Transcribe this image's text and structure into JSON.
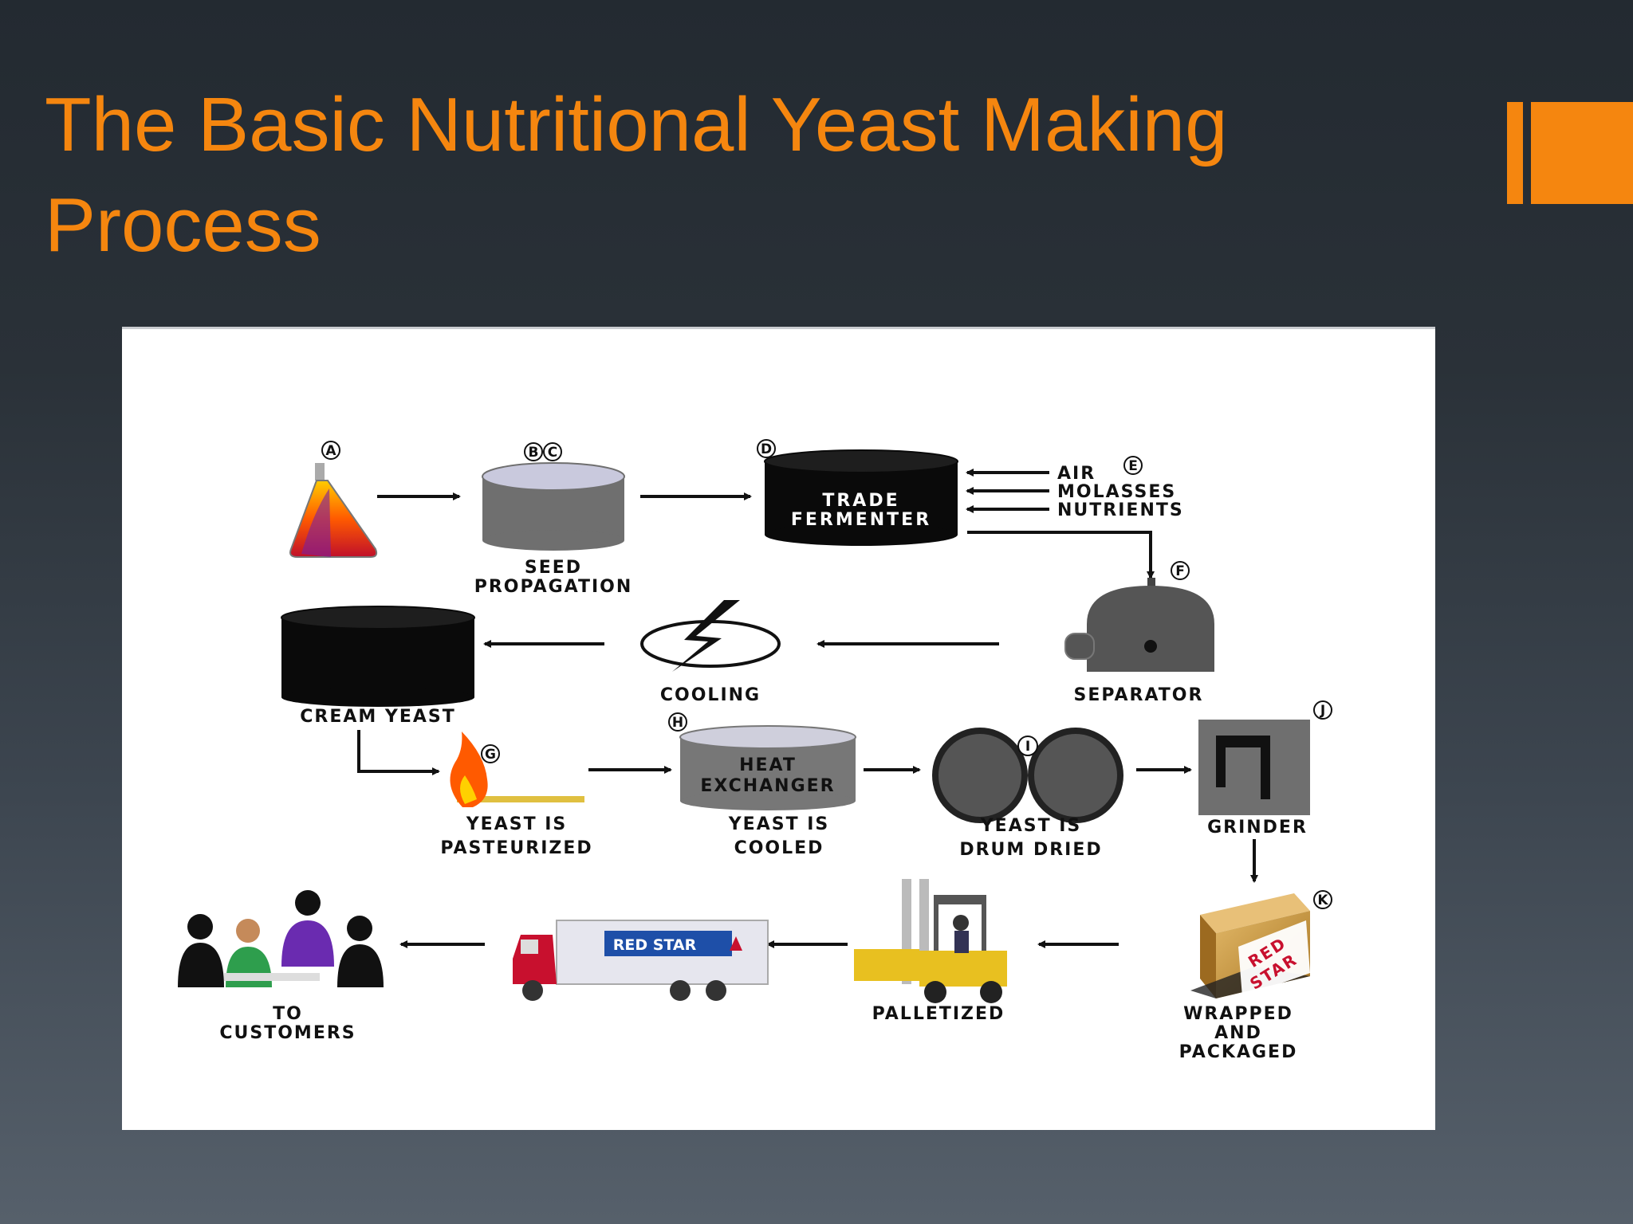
{
  "slide": {
    "title_line1": "The Basic Nutritional Yeast Making",
    "title_line2": "Process",
    "accent_color": "#f5860f"
  },
  "diagram": {
    "markers": {
      "a": "A",
      "b": "B",
      "c": "C",
      "d": "D",
      "e": "E",
      "f": "F",
      "g": "G",
      "h": "H",
      "i": "I",
      "j": "J",
      "k": "K"
    },
    "stages": {
      "seed_propagation": [
        "SEED",
        "PROPAGATION"
      ],
      "trade_fermenter": [
        "TRADE",
        "FERMENTER"
      ],
      "inputs": [
        "AIR",
        "MOLASSES",
        "NUTRIENTS"
      ],
      "separator": "SEPARATOR",
      "cooling": "COOLING",
      "cream_yeast": "CREAM YEAST",
      "heat_exchanger": [
        "HEAT",
        "EXCHANGER"
      ],
      "pasteurized": [
        "YEAST IS",
        "PASTEURIZED"
      ],
      "cooled": [
        "YEAST IS",
        "COOLED"
      ],
      "drum_dried": [
        "YEAST IS",
        "DRUM DRIED"
      ],
      "grinder": "GRINDER",
      "wrapped": [
        "WRAPPED",
        "AND",
        "PACKAGED"
      ],
      "palletized": "PALLETIZED",
      "customers": [
        "TO",
        "CUSTOMERS"
      ]
    },
    "brand": {
      "truck_text": "RED STAR",
      "box_text": [
        "RED",
        "STAR"
      ]
    }
  }
}
